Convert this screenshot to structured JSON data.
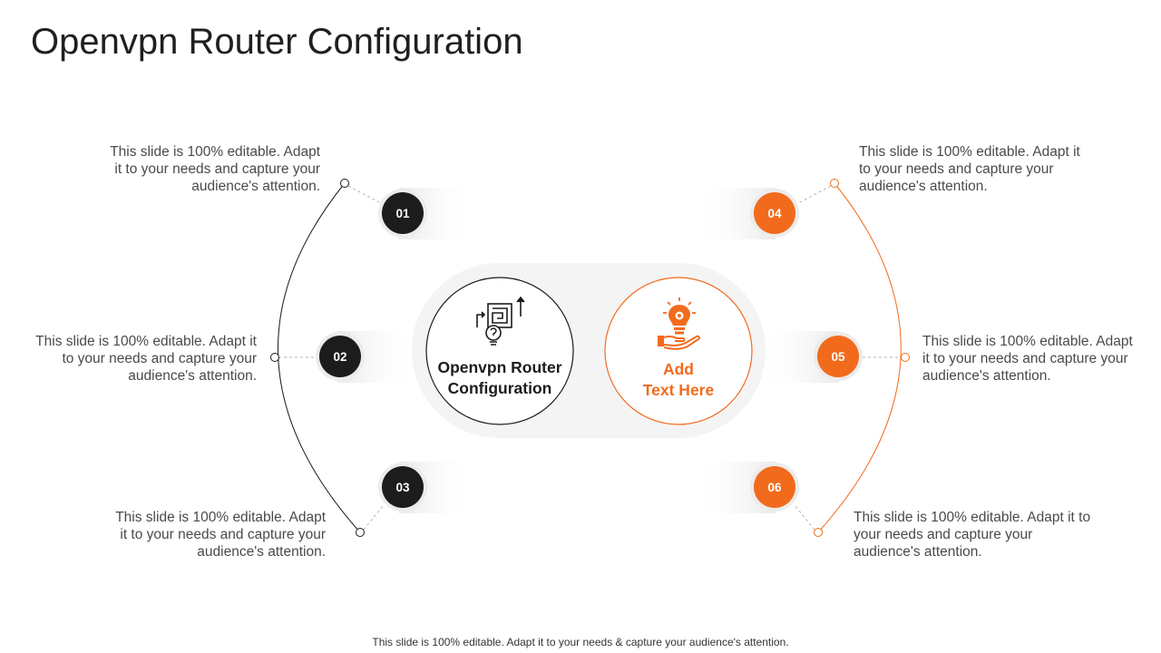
{
  "title": "Openvpn Router Configuration",
  "center": {
    "left_label_line1": "Openvpn Router",
    "left_label_line2": "Configuration",
    "right_label_line1": "Add",
    "right_label_line2": "Text Here"
  },
  "items": [
    {
      "num": "01",
      "lines": [
        "This slide is 100% editable. Adapt",
        "it to your needs and capture your",
        "audience's attention."
      ]
    },
    {
      "num": "02",
      "lines": [
        "This slide is 100% editable. Adapt it",
        "to your needs and capture your",
        "audience's attention."
      ]
    },
    {
      "num": "03",
      "lines": [
        "This slide is 100% editable. Adapt",
        "it to your needs and capture your",
        "audience's attention."
      ]
    },
    {
      "num": "04",
      "lines": [
        "This slide is 100% editable. Adapt it",
        "to your needs and capture your",
        "audience's attention."
      ]
    },
    {
      "num": "05",
      "lines": [
        "This slide is 100% editable. Adapt",
        "it to your needs and capture your",
        "audience's attention."
      ]
    },
    {
      "num": "06",
      "lines": [
        "This slide is 100% editable. Adapt it to",
        "your needs and capture your",
        "audience's attention."
      ]
    }
  ],
  "footer": "This slide is 100% editable. Adapt it to your needs & capture your audience's attention.",
  "colors": {
    "dark": "#1c1c1c",
    "accent": "#f26b1d",
    "text": "#4a4a4a"
  },
  "icons": {
    "left": "maze-question-icon",
    "right": "lightbulb-hand-icon"
  }
}
